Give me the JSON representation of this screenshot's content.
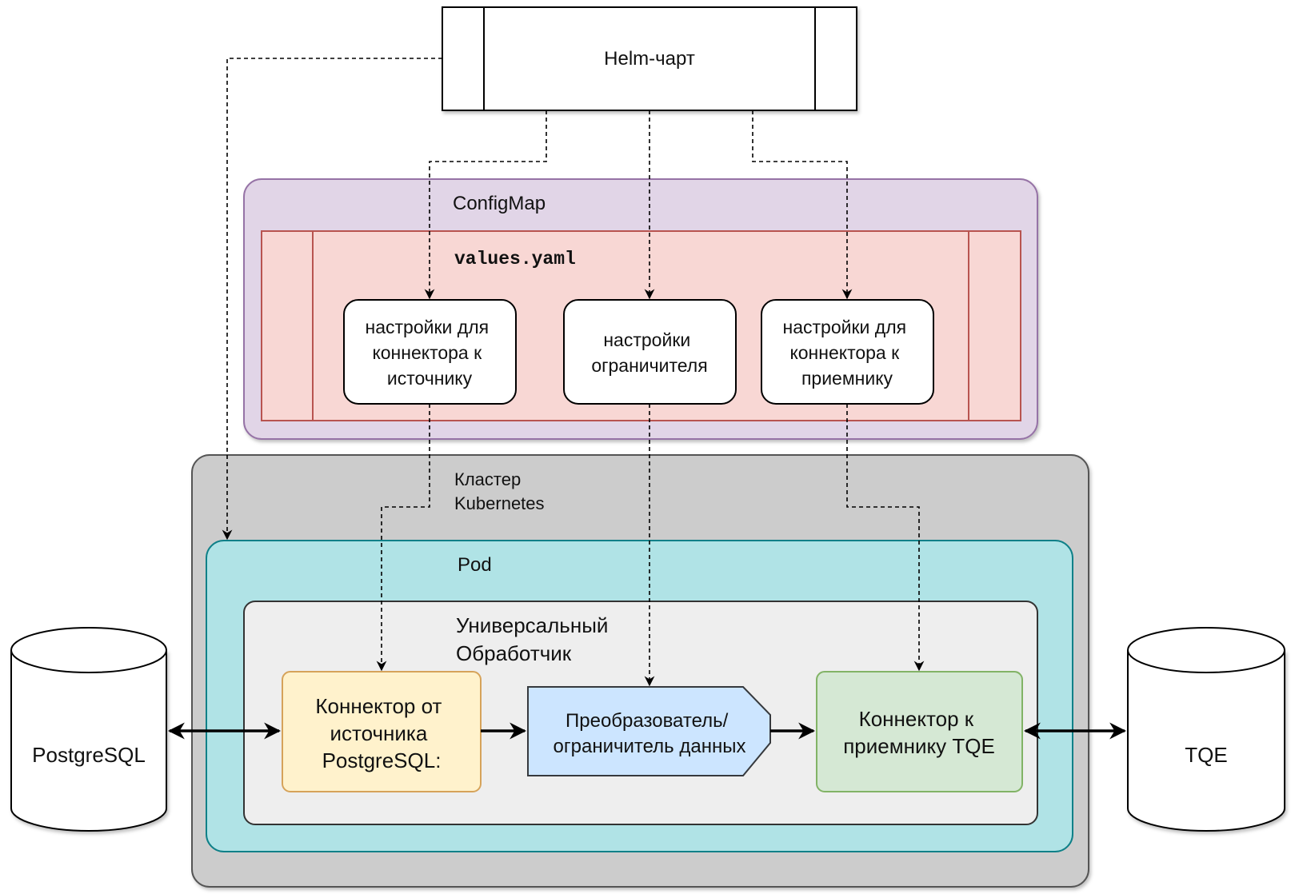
{
  "helm": {
    "title": "Helm-чарт"
  },
  "configmap": {
    "title": "ConfigMap",
    "values_file": "values.yaml",
    "settings": [
      {
        "lines": [
          "настройки для",
          "коннектора к",
          "источнику"
        ]
      },
      {
        "lines": [
          "настройки",
          "ограничителя"
        ]
      },
      {
        "lines": [
          "настройки для",
          "коннектора к",
          "приемнику"
        ]
      }
    ]
  },
  "cluster": {
    "title_lines": [
      "Кластер",
      "Kubernetes"
    ]
  },
  "pod": {
    "title": "Pod"
  },
  "processor": {
    "title_lines": [
      "Универсальный",
      "Обработчик"
    ],
    "source_connector": {
      "lines": [
        "Коннектор от",
        "источника",
        "PostgreSQL:"
      ]
    },
    "transformer": {
      "lines": [
        "Преобразователь/",
        "ограничитель данных"
      ]
    },
    "sink_connector": {
      "lines": [
        "Коннектор к",
        "приемнику TQE"
      ]
    }
  },
  "databases": {
    "source": {
      "label": "PostgreSQL"
    },
    "sink": {
      "label": "TQE"
    }
  },
  "colors": {
    "configmap_fill": "#e1d5e7",
    "configmap_stroke": "#9673a6",
    "values_fill": "#f8d7d4",
    "values_stroke": "#b85450",
    "cluster_fill": "#cccccc",
    "cluster_stroke": "#555555",
    "pod_fill": "#b0e3e6",
    "pod_stroke": "#0e8088",
    "processor_fill": "#eeeeee",
    "processor_stroke": "#333333",
    "source_fill": "#fff2cc",
    "source_stroke": "#d6a35a",
    "transformer_fill": "#cce5ff",
    "transformer_stroke": "#36393d",
    "sink_fill": "#d5e8d4",
    "sink_stroke": "#82b366"
  }
}
